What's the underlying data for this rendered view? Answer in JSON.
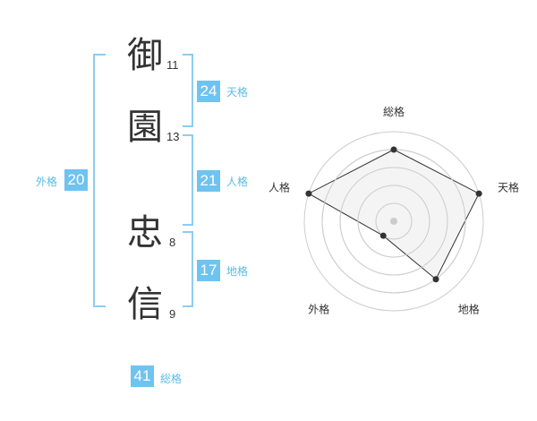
{
  "name": {
    "chars": [
      {
        "char": "御",
        "strokes": "11"
      },
      {
        "char": "園",
        "strokes": "13"
      },
      {
        "char": "忠",
        "strokes": "8"
      },
      {
        "char": "信",
        "strokes": "9"
      }
    ]
  },
  "fortunes": {
    "tenkaku": {
      "value": "24",
      "label": "天格"
    },
    "jinkaku": {
      "value": "21",
      "label": "人格"
    },
    "chikaku": {
      "value": "17",
      "label": "地格"
    },
    "gaikaku": {
      "value": "20",
      "label": "外格"
    },
    "soukaku": {
      "value": "41",
      "label": "総格"
    }
  },
  "chart_data": {
    "type": "radar",
    "axes": [
      "総格",
      "天格",
      "地格",
      "外格",
      "人格"
    ],
    "values": [
      4,
      5,
      4,
      1,
      5
    ],
    "max": 5,
    "rings": 5,
    "colors": {
      "fill": "#f2f2f2",
      "ring": "#cccccc",
      "line": "#333333",
      "center": "#cccccc"
    }
  }
}
